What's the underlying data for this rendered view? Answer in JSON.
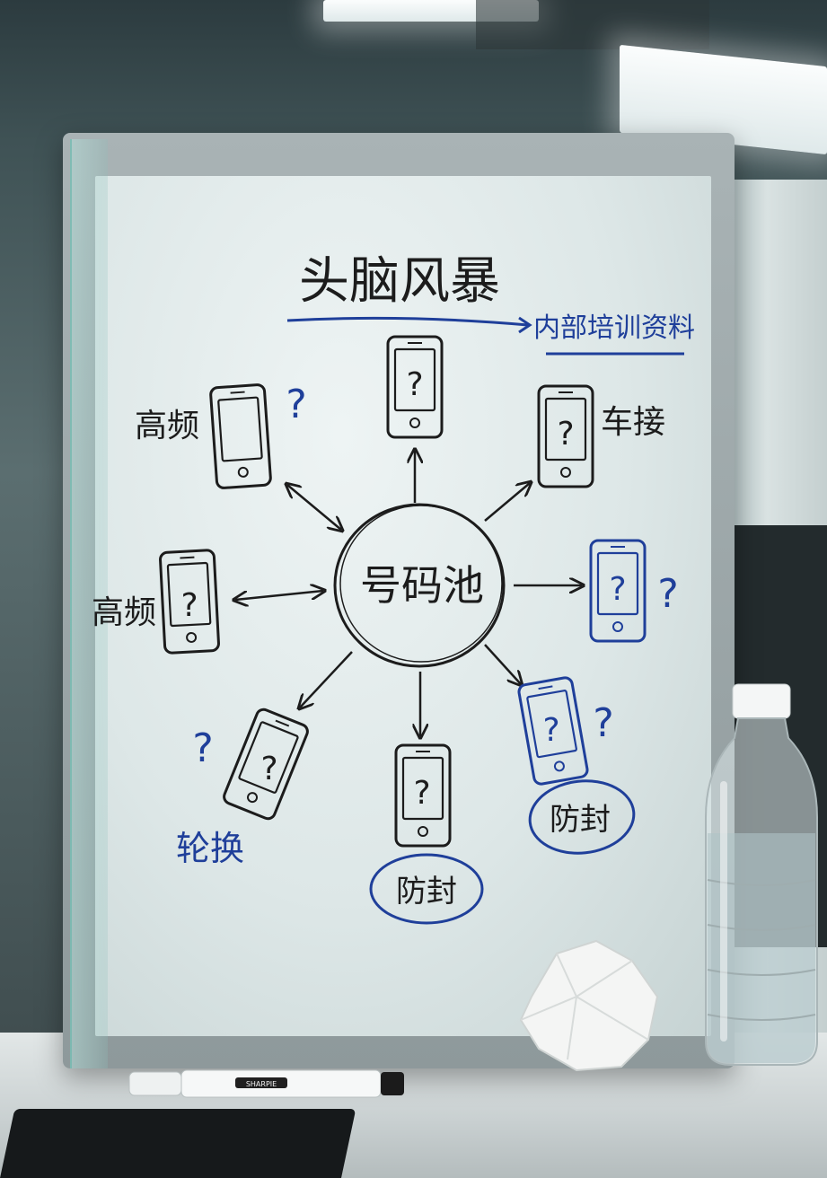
{
  "whiteboard": {
    "title": "头脑风暴",
    "label_internal": "内部培训资料",
    "center": "号码池",
    "labels": {
      "top_left": "高频",
      "mid_left": "高频",
      "top_right": "车接",
      "bottom_left": "轮换",
      "bottom_center": "防封",
      "bottom_right": "防封"
    },
    "question_mark": "?"
  },
  "objects": {
    "marker_label": "SHARPIE"
  },
  "colors": {
    "black_ink": "#1c1c1c",
    "blue_ink": "#1f3f9a",
    "board": "#e4eded"
  }
}
